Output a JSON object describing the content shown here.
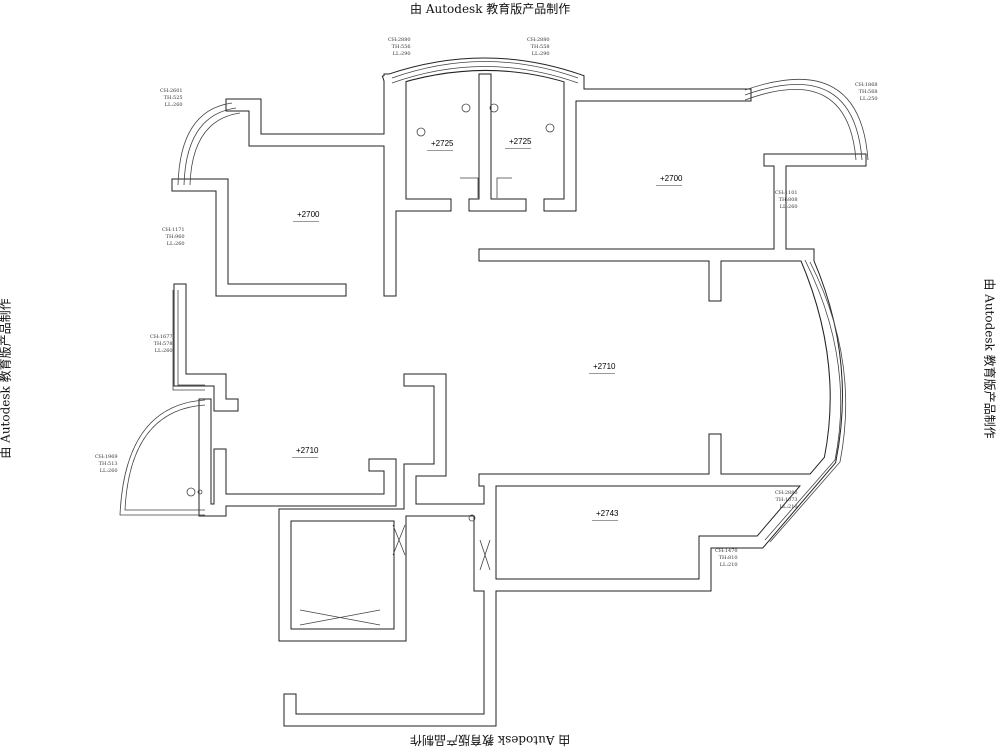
{
  "watermark": {
    "text": "由 Autodesk 教育版产品制作"
  },
  "elevations": [
    "+2725",
    "+2725",
    "+2700",
    "+2700",
    "+2710",
    "+2710",
    "+2743"
  ],
  "windows": [
    {
      "ch": "CH:2601",
      "th": "TH:525",
      "ll": "LL:260"
    },
    {
      "ch": "CH:2880",
      "th": "TH:556",
      "ll": "LL:290"
    },
    {
      "ch": "CH:2880",
      "th": "TH:558",
      "ll": "LL:290"
    },
    {
      "ch": "CH:1868",
      "th": "TH:568",
      "ll": "LL:250"
    },
    {
      "ch": "CH:1101",
      "th": "TH:808",
      "ll": "LL:260"
    },
    {
      "ch": "CH:1171",
      "th": "TH:960",
      "ll": "LL:260"
    },
    {
      "ch": "CH:1677",
      "th": "TH:578",
      "ll": "LL:260"
    },
    {
      "ch": "CH:1969",
      "th": "TH:513",
      "ll": "LL:260"
    },
    {
      "ch": "CH:2880",
      "th": "TH:1073",
      "ll": "LL:210"
    },
    {
      "ch": "CH:1470",
      "th": "TH:810",
      "ll": "LL:210"
    }
  ]
}
